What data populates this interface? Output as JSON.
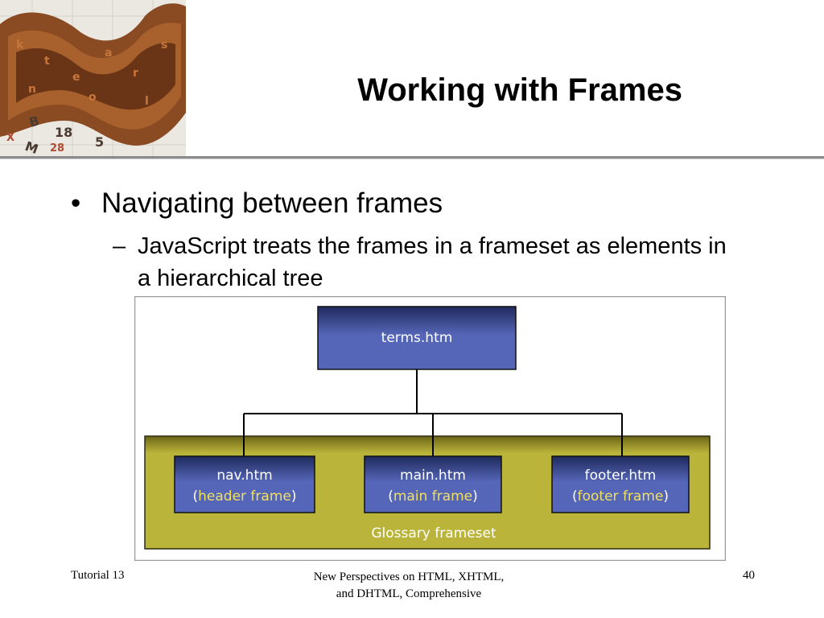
{
  "slide": {
    "title": "Working with Frames",
    "bullet": "Navigating between frames",
    "bullet_marker": "•",
    "sub_bullet": "JavaScript treats the frames in a frameset as elements in a hierarchical tree",
    "sub_bullet_marker": "–"
  },
  "diagram": {
    "root": "terms.htm",
    "frameset_label": "Glossary frameset",
    "children": [
      {
        "file": "nav.htm",
        "paren_open": "(",
        "role": "header frame",
        "paren_close": ")"
      },
      {
        "file": "main.htm",
        "paren_open": "(",
        "role": "main frame",
        "paren_close": ")"
      },
      {
        "file": "footer.htm",
        "paren_open": "(",
        "role": "footer frame",
        "paren_close": ")"
      }
    ],
    "colors": {
      "box_fill": "#5566b8",
      "box_top": "#1f2a5c",
      "frameset_fill": "#bbb43a",
      "frameset_top": "#5f5a14",
      "role_text": "#f0e060",
      "box_text": "#ffffff",
      "connector": "#000000",
      "panel_border": "#9a9a9a"
    }
  },
  "footer": {
    "left": "Tutorial 13",
    "center_line1": "New Perspectives on HTML, XHTML,",
    "center_line2": "and DHTML, Comprehensive",
    "page": "40"
  }
}
